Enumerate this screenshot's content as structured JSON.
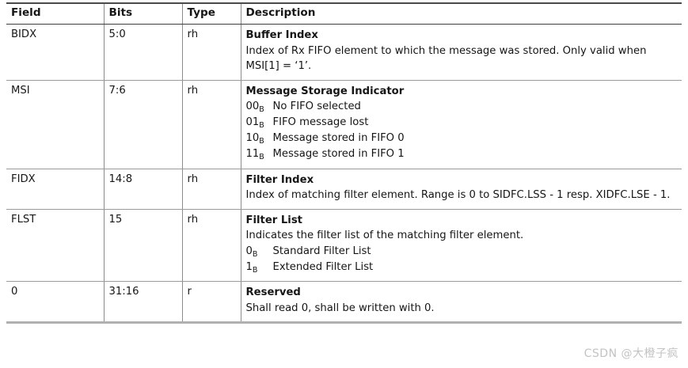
{
  "table": {
    "columns": [
      {
        "key": "field",
        "label": "Field"
      },
      {
        "key": "bits",
        "label": "Bits"
      },
      {
        "key": "type",
        "label": "Type"
      },
      {
        "key": "description",
        "label": "Description"
      }
    ],
    "rows": [
      {
        "field": "BIDX",
        "bits": "5:0",
        "type": "rh",
        "desc_title": "Buffer Index",
        "desc_body": "Index of Rx FIFO element to which the message was stored. Only valid when MSI[1] = ‘1’.",
        "enums": []
      },
      {
        "field": "MSI",
        "bits": "7:6",
        "type": "rh",
        "desc_title": "Message Storage Indicator",
        "desc_body": "",
        "enums": [
          {
            "code": "00",
            "sub": "B",
            "text": "No FIFO selected"
          },
          {
            "code": "01",
            "sub": "B",
            "text": "FIFO message lost"
          },
          {
            "code": "10",
            "sub": "B",
            "text": "Message stored in FIFO 0"
          },
          {
            "code": "11",
            "sub": "B",
            "text": "Message stored in FIFO 1"
          }
        ]
      },
      {
        "field": "FIDX",
        "bits": "14:8",
        "type": "rh",
        "desc_title": "Filter Index",
        "desc_body": "Index of matching filter element. Range is 0 to SIDFC.LSS - 1 resp. XIDFC.LSE - 1.",
        "enums": []
      },
      {
        "field": "FLST",
        "bits": "15",
        "type": "rh",
        "desc_title": "Filter List",
        "desc_body": "Indicates the filter list of the matching filter element.",
        "enums": [
          {
            "code": "0",
            "sub": "B",
            "text": "Standard Filter List"
          },
          {
            "code": "1",
            "sub": "B",
            "text": "Extended Filter List"
          }
        ]
      },
      {
        "field": "0",
        "bits": "31:16",
        "type": "r",
        "desc_title": "Reserved",
        "desc_body": "Shall read 0, shall be written with 0.",
        "enums": []
      }
    ]
  },
  "watermark": {
    "text": "CSDN @大橙子疯",
    "color": "#c3c3c3"
  }
}
